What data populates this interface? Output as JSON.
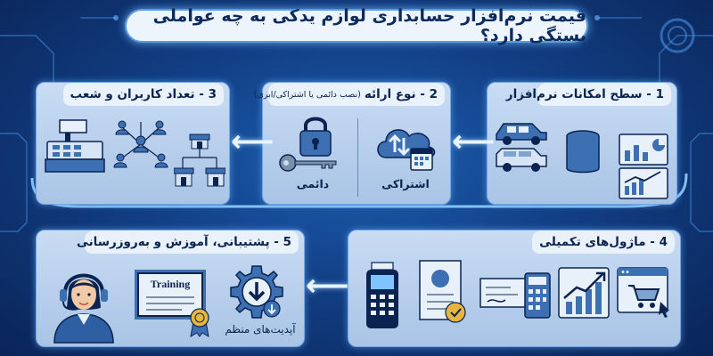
{
  "title": "قیمت نرم‌افزار حسابداری لوازم یدکی به چه عواملی بستگی دارد؟",
  "panels": {
    "p1": {
      "label": "1 - سطح امکانات نرم‌افزار"
    },
    "p2": {
      "label": "2 - نوع ارائه",
      "sub": "(نصب دائمی یا اشتراکی/ابری)",
      "subscription": "اشتراکی",
      "permanent": "دائمی"
    },
    "p3": {
      "label": "3 - تعداد کاربران و شعب"
    },
    "p4": {
      "label": "4 - ماژول‌های تکمیلی"
    },
    "p5": {
      "label": "5 - پشتیبانی، آموزش و به‌روزرسانی",
      "training": "Training",
      "updates": "آپدیت‌های منظم"
    }
  },
  "icons": [
    "cars-icon",
    "database-icon",
    "bar-chart-icon",
    "cloud-calendar-icon",
    "lock-key-icon",
    "cash-register-icon",
    "people-network-icon",
    "store-branches-icon",
    "pos-terminal-icon",
    "certificate-icon",
    "cheque-calculator-icon",
    "growth-chart-icon",
    "shopping-cart-icon",
    "support-agent-icon",
    "training-certificate-icon",
    "update-gear-icon"
  ],
  "colors": {
    "background": "#123f85",
    "panel": "#b9d0ee",
    "glow": "#7fc3ff"
  }
}
